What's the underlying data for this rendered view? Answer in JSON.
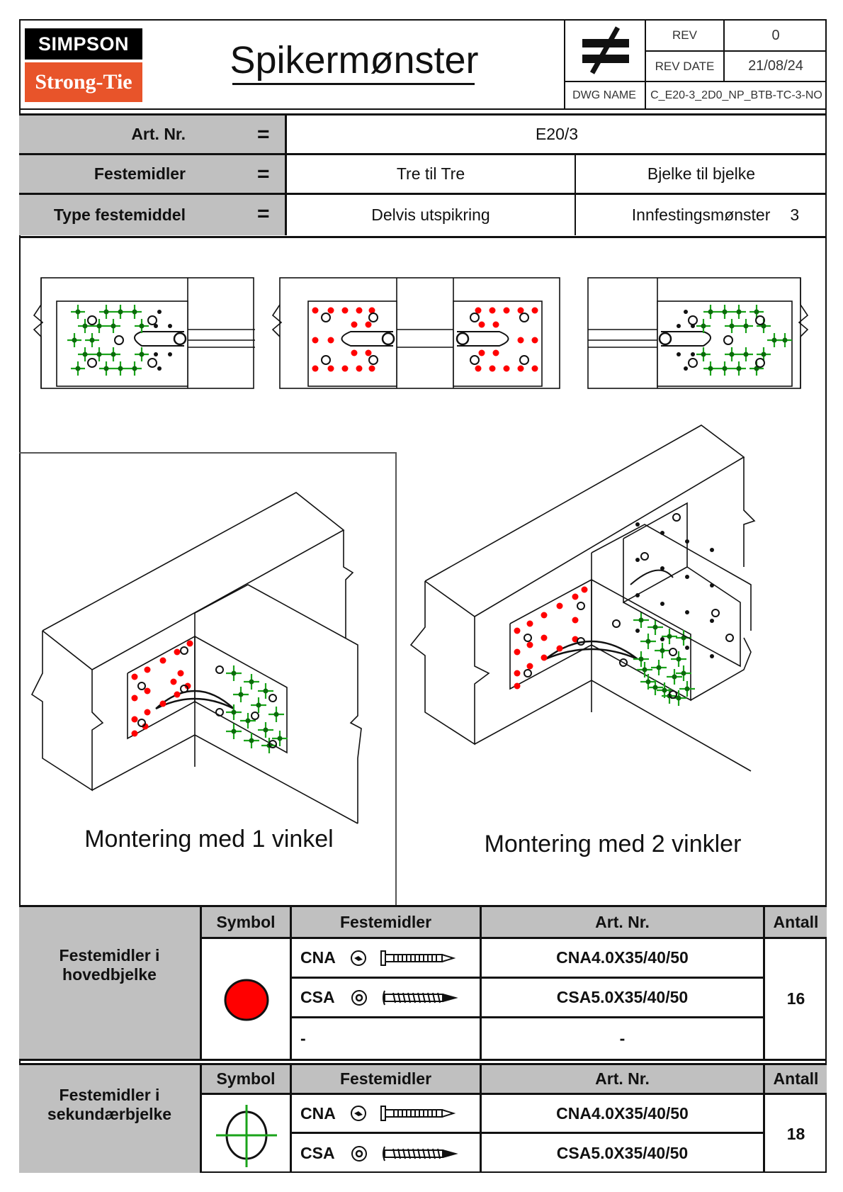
{
  "header": {
    "logo_top": "SIMPSON",
    "logo_bottom": "Strong-Tie",
    "title": "Spikermønster",
    "symbol_icon": "not-equal-icon",
    "rev_label": "REV",
    "rev_value": "0",
    "rev_date_label": "REV DATE",
    "rev_date_value": "21/08/24",
    "dwg_name_label": "DWG NAME",
    "dwg_name_value": "C_E20-3_2D0_NP_BTB-TC-3-NO"
  },
  "info": {
    "rows": [
      {
        "label": "Art. Nr.",
        "eq": "=",
        "value": "E20/3"
      },
      {
        "label": "Festemidler",
        "eq": "=",
        "value_left": "Tre til Tre",
        "value_right": "Bjelke til bjelke"
      },
      {
        "label": "Type festemiddel",
        "eq": "=",
        "value_left": "Delvis utspikring",
        "value_right": "Innfestingsmønster",
        "value_right_num": "3"
      }
    ]
  },
  "drawings": {
    "caption_left": "Montering med 1 vinkel",
    "caption_right": "Montering med 2 vinkler",
    "colors": {
      "main_beam": "#ff0000",
      "secondary_beam": "#1aa31a"
    }
  },
  "fasteners": {
    "headers": {
      "symbol": "Symbol",
      "fasteners": "Festemidler",
      "art_nr": "Art. Nr.",
      "count": "Antall"
    },
    "groups": [
      {
        "label_line1": "Festemidler i",
        "label_line2": "hovedbjelke",
        "symbol": "red-dot-icon",
        "count": "16",
        "rows": [
          {
            "type": "CNA",
            "art_nr": "CNA4.0X35/40/50"
          },
          {
            "type": "CSA",
            "art_nr": "CSA5.0X35/40/50"
          },
          {
            "type": "-",
            "art_nr": "-"
          }
        ]
      },
      {
        "label_line1": "Festemidler i",
        "label_line2": "sekundærbjelke",
        "symbol": "green-crosshair-icon",
        "count": "18",
        "rows": [
          {
            "type": "CNA",
            "art_nr": "CNA4.0X35/40/50"
          },
          {
            "type": "CSA",
            "art_nr": "CSA5.0X35/40/50"
          }
        ]
      }
    ]
  }
}
